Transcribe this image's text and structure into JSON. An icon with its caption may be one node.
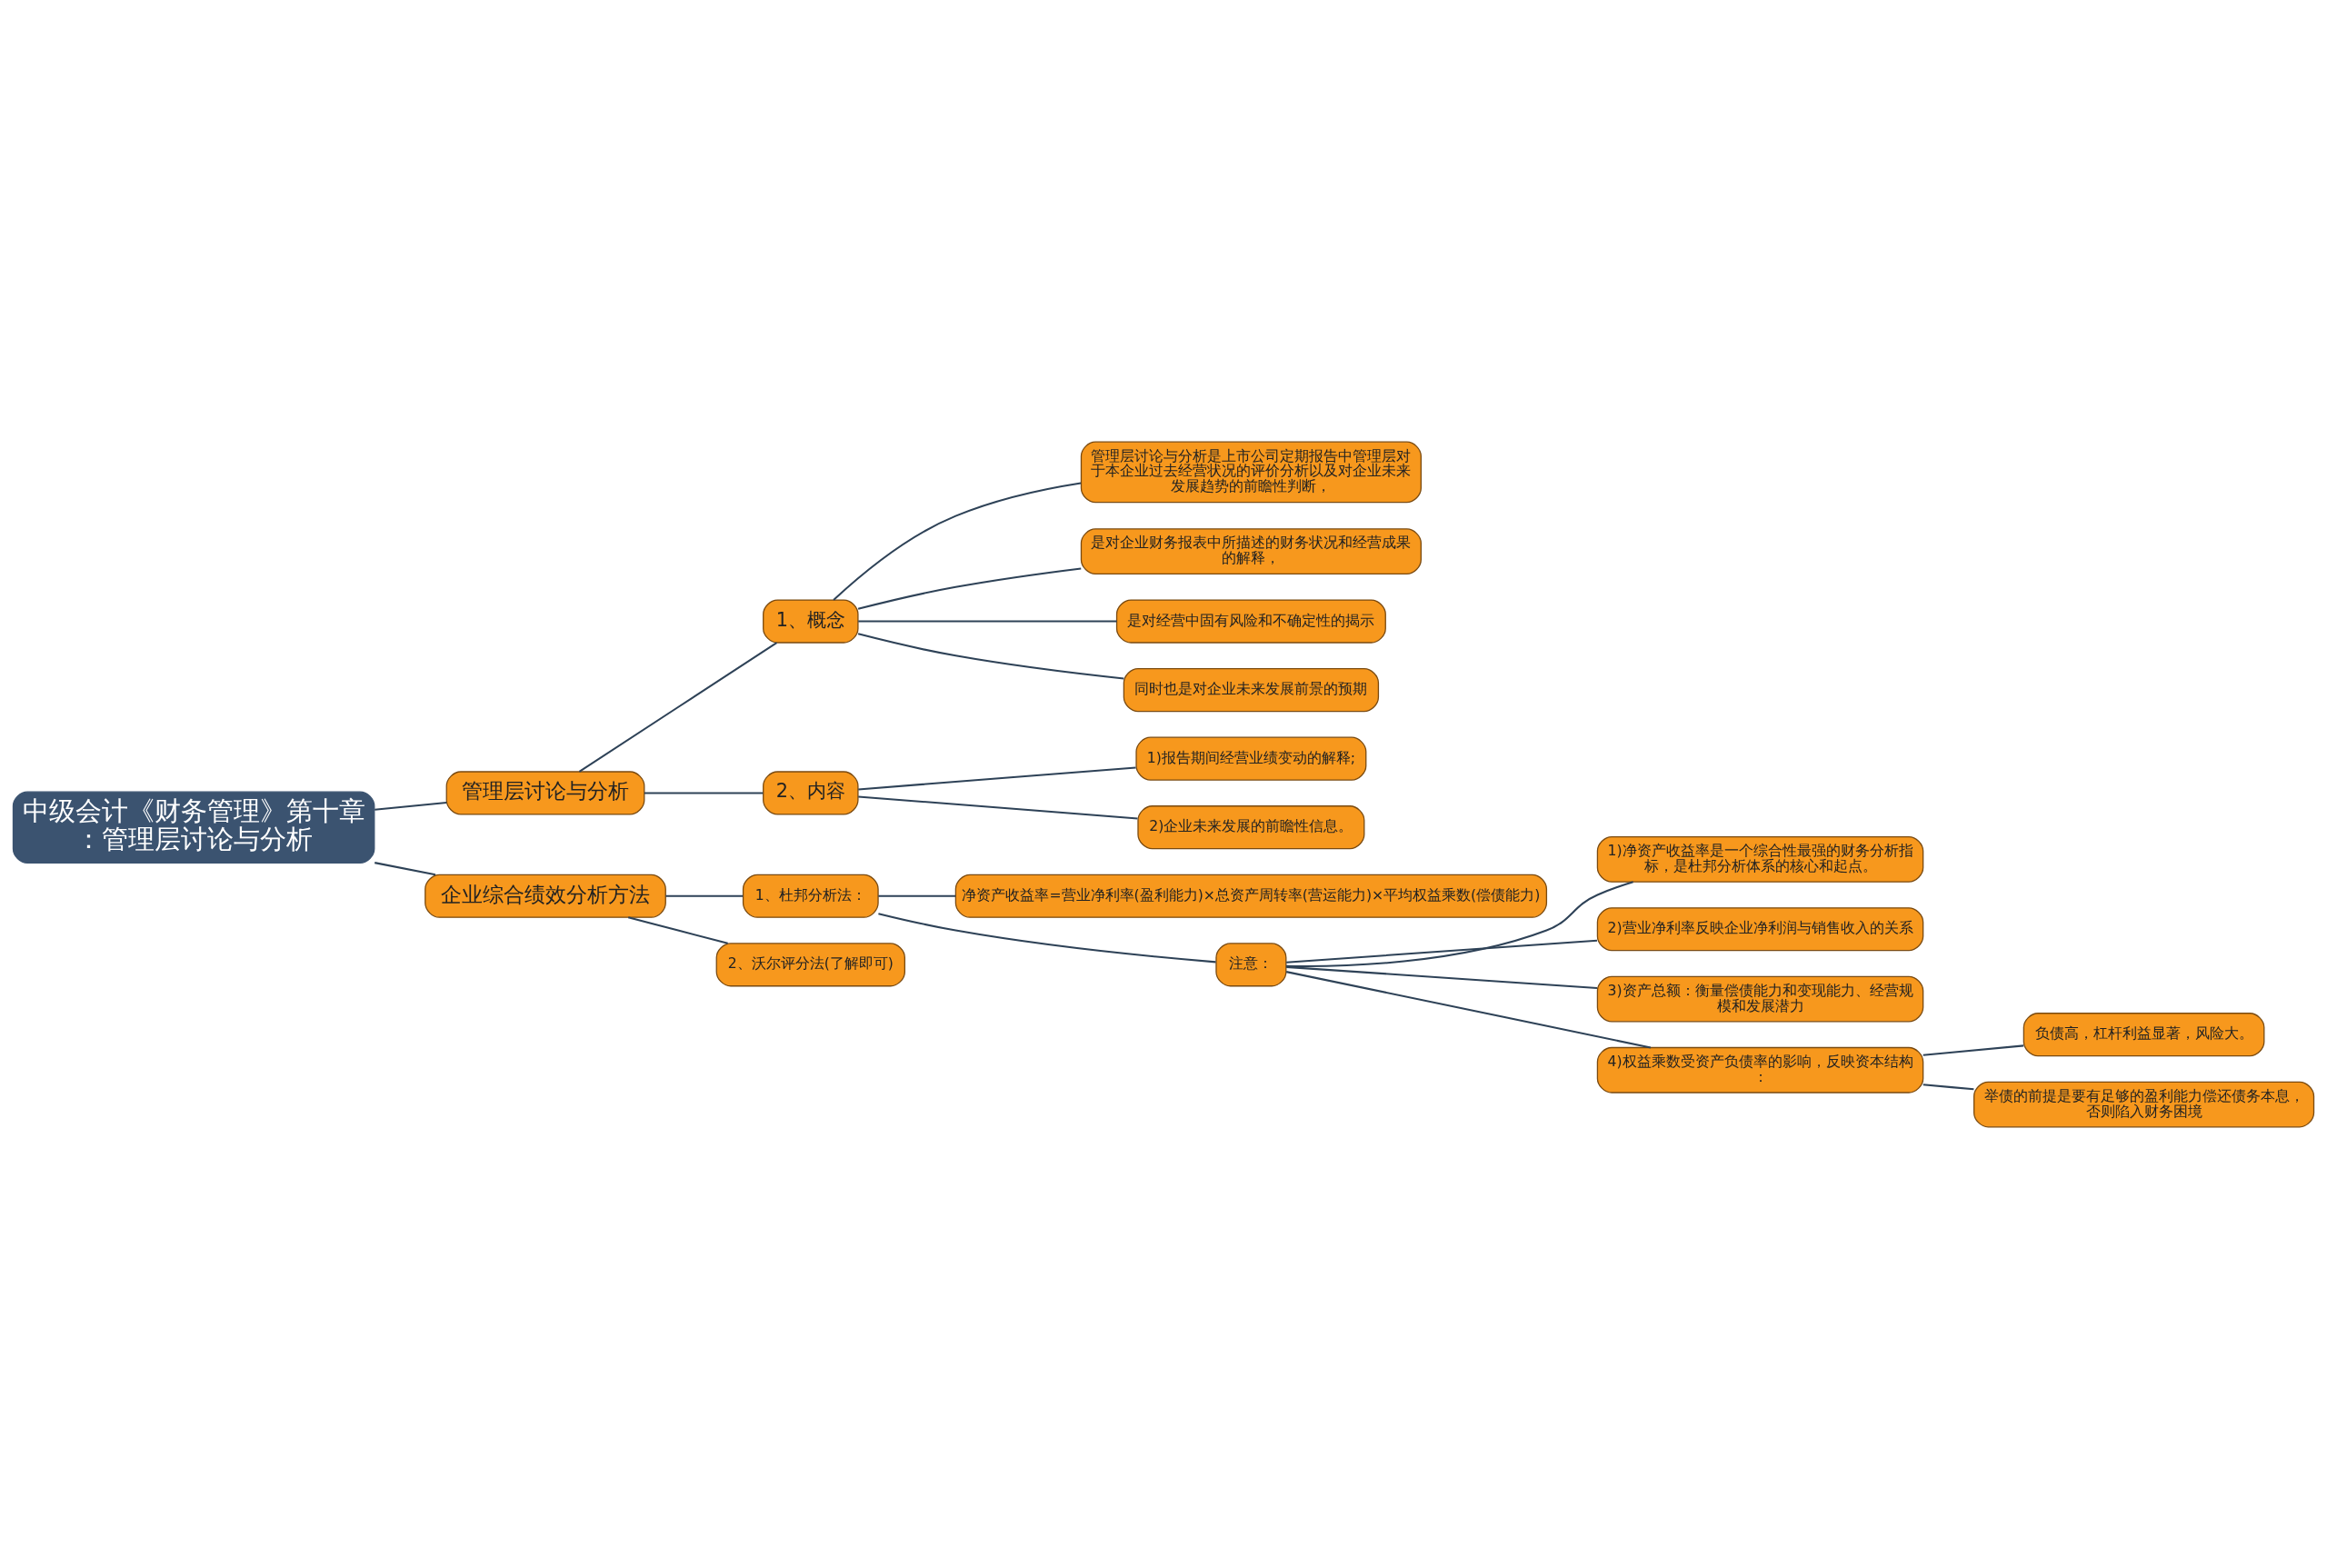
{
  "diagram": {
    "nodes": [
      {
        "text": [
          "中级会计《财务管理》第十章：管理层讨论与分析"
        ]
      },
      {
        "text": [
          "管理层讨论与分析"
        ]
      },
      {
        "text": [
          "1、概念"
        ]
      },
      {
        "text": [
          "管理层讨论与分析是上市公司定期报告中管理层对于本企业过去经营状况的评价分析以及对企业未来发展趋势的前瞻性判断，"
        ]
      },
      {
        "text": [
          "是对企业财务报表中所描述的财务状况和经营成果的解释，"
        ]
      },
      {
        "text": [
          "是对经营中固有风险和不确定性的揭示"
        ]
      },
      {
        "text": [
          "同时也是对企业未来发展前景的预期"
        ]
      },
      {
        "text": [
          "2、内容"
        ]
      },
      {
        "text": [
          "1)报告期间经营业绩变动的解释;"
        ]
      },
      {
        "text": [
          "2)企业未来发展的前瞻性信息。"
        ]
      },
      {
        "text": [
          "企业综合绩效分析方法"
        ]
      },
      {
        "text": [
          "1、杜邦分析法："
        ]
      },
      {
        "text": [
          "净资产收益率=营业净利率(盈利能力)×总资产周转率(营运能力)×平均权益乘数(偿债能力)"
        ]
      },
      {
        "text": [
          "注意："
        ]
      },
      {
        "text": [
          "1)净资产收益率是一个综合性最强的财务分析指标，是杜邦分析体系的核心和起点。"
        ]
      },
      {
        "text": [
          "2)营业净利率反映企业净利润与销售收入的关系"
        ]
      },
      {
        "text": [
          "3)资产总额：衡量偿债能力和变现能力、经营规模和发展潜力"
        ]
      },
      {
        "text": [
          "4)权益乘数受资产负债率的影响，反映资本结构："
        ]
      },
      {
        "text": [
          "负债高，杠杆利益显著，风险大。"
        ]
      },
      {
        "text": [
          "举债的前提是要有足够的盈利能力偿还债务本息，否则陷入财务困境"
        ]
      },
      {
        "text": [
          "2、沃尔评分法(了解即可)"
        ]
      }
    ],
    "edges": [
      {
        "from": 0,
        "to": 1,
        "arrow": "none"
      },
      {
        "from": 1,
        "to": 2,
        "arrow": "none"
      },
      {
        "from": 2,
        "to": 3,
        "arrow": "none"
      },
      {
        "from": 2,
        "to": 4,
        "arrow": "none"
      },
      {
        "from": 2,
        "to": 5,
        "arrow": "none"
      },
      {
        "from": 2,
        "to": 6,
        "arrow": "none"
      },
      {
        "from": 1,
        "to": 7,
        "arrow": "none"
      },
      {
        "from": 7,
        "to": 8,
        "arrow": "none"
      },
      {
        "from": 7,
        "to": 9,
        "arrow": "none"
      },
      {
        "from": 0,
        "to": 10,
        "arrow": "none"
      },
      {
        "from": 10,
        "to": 11,
        "arrow": "none"
      },
      {
        "from": 11,
        "to": 12,
        "arrow": "none"
      },
      {
        "from": 11,
        "to": 13,
        "arrow": "none"
      },
      {
        "from": 13,
        "to": 14,
        "arrow": "none"
      },
      {
        "from": 13,
        "to": 15,
        "arrow": "none"
      },
      {
        "from": 13,
        "to": 16,
        "arrow": "none"
      },
      {
        "from": 13,
        "to": 17,
        "arrow": "none"
      },
      {
        "from": 17,
        "to": 18,
        "arrow": "none"
      },
      {
        "from": 17,
        "to": 19,
        "arrow": "none"
      },
      {
        "from": 10,
        "to": 20,
        "arrow": "none"
      }
    ]
  }
}
